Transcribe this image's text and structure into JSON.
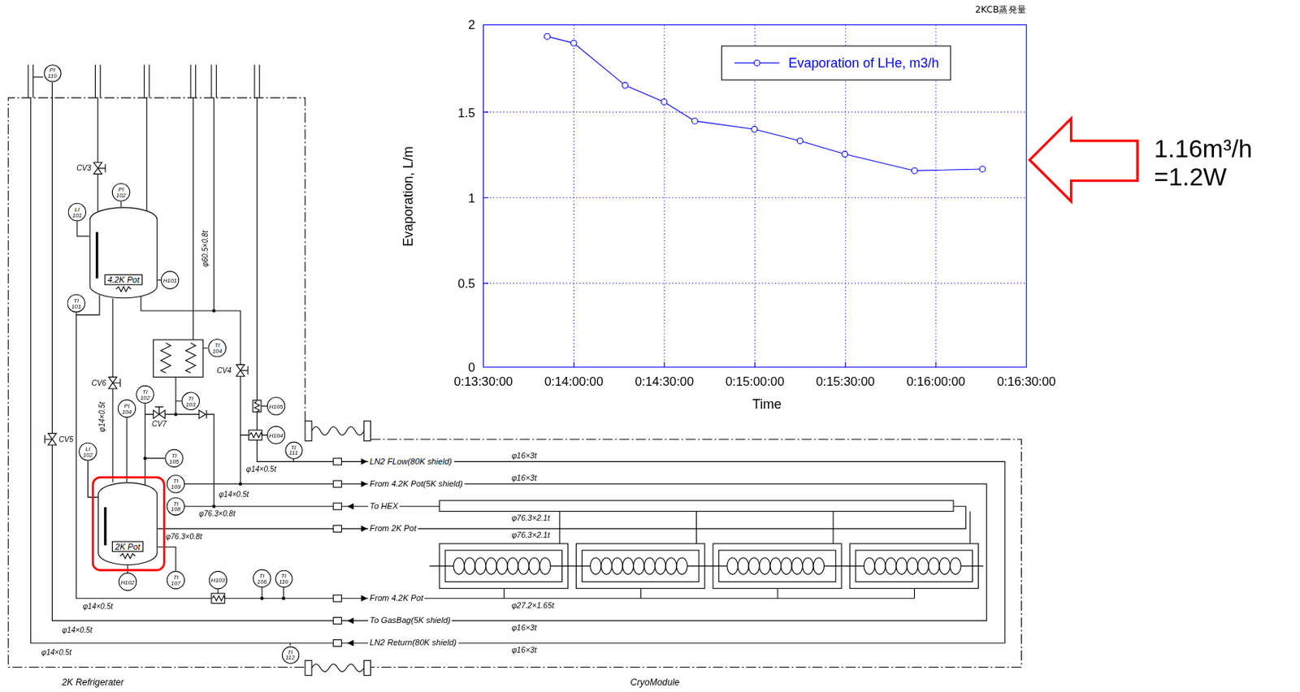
{
  "diagram": {
    "nodes": [
      {
        "text": [
          "PI 110"
        ]
      },
      {
        "text": [
          "PI 102"
        ]
      },
      {
        "text": [
          "LI 101"
        ]
      },
      {
        "text": [
          "4.2K Pot"
        ]
      },
      {
        "text": [
          "TI 101"
        ]
      },
      {
        "text": [
          "H101"
        ]
      },
      {
        "text": [
          "TI 104"
        ]
      },
      {
        "text": [
          "TI 102"
        ]
      },
      {
        "text": [
          "TI 103"
        ]
      },
      {
        "text": [
          "PI 104"
        ]
      },
      {
        "text": [
          "H105"
        ]
      },
      {
        "text": [
          "H104"
        ]
      },
      {
        "text": [
          "LI 102"
        ]
      },
      {
        "text": [
          "TI 105"
        ]
      },
      {
        "text": [
          "TI 111"
        ]
      },
      {
        "text": [
          "TI 109"
        ]
      },
      {
        "text": [
          "TI 108"
        ]
      },
      {
        "text": [
          "2K Pot"
        ]
      },
      {
        "text": [
          "H102"
        ]
      },
      {
        "text": [
          "TI 107"
        ]
      },
      {
        "text": [
          "H103"
        ]
      },
      {
        "text": [
          "TI 106"
        ]
      },
      {
        "text": [
          "TI 110"
        ]
      },
      {
        "text": [
          "TI 112"
        ]
      }
    ],
    "edges": [
      {
        "from": 1,
        "to": 3,
        "arrow": "none"
      },
      {
        "from": 2,
        "to": 3,
        "arrow": "none"
      },
      {
        "from": 5,
        "to": 3,
        "arrow": "none"
      },
      {
        "from": 3,
        "to": 17,
        "arrow": "none"
      },
      {
        "from": 9,
        "to": 17,
        "arrow": "none"
      },
      {
        "from": 12,
        "to": 17,
        "arrow": "none"
      },
      {
        "from": 18,
        "to": 17,
        "arrow": "none"
      },
      {
        "from": 19,
        "to": 17,
        "arrow": "none"
      }
    ],
    "labels": [
      "2KCB蒸発量",
      "Evaporation, L/m",
      "0",
      "0.5",
      "1",
      "1.5",
      "2",
      "0:13:30:00",
      "0:14:00:00",
      "0:14:30:00",
      "0:15:00:00",
      "0:15:30:00",
      "0:16:00:00",
      "0:16:30:00",
      "Time",
      "1.16m³/h =1.2W",
      "CV3",
      "CV6",
      "CV4",
      "CV7",
      "CV5",
      "φ60.5×0.8t",
      "φ14×0.5t",
      "φ14×0.5t",
      "φ14×0.5t",
      "φ76.3×0.8t",
      "φ76.3×0.8t",
      "φ14×0.5t",
      "φ14×0.5t",
      "φ14×0.5t",
      "LN2 FLow(80K shield)",
      "From 4.2K Pot(5K shield)",
      "To HEX",
      "From 2K Pot",
      "From 4.2K Pot",
      "To GasBag(5K shield)",
      "LN2 Return(80K shield)",
      "φ16×3t",
      "φ16×3t",
      "φ76.3×2.1t",
      "φ76.3×2.1t",
      "φ27.2×1.65t",
      "φ16×3t",
      "φ16×3t",
      "2K Refrigerater",
      "CryoModule"
    ],
    "legend": [
      {
        "text": "Evaporation of LHe, m3/h"
      }
    ]
  }
}
